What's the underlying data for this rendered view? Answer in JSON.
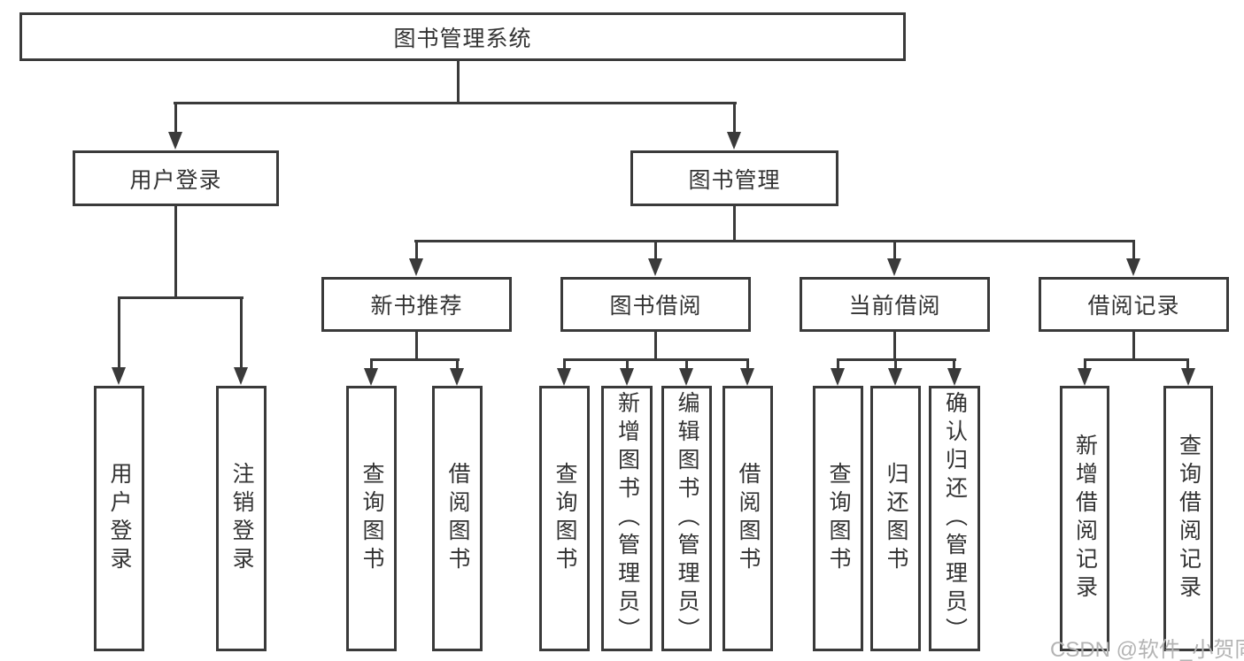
{
  "diagram": {
    "root": "图书管理系统",
    "level2": {
      "user_login": "用户登录",
      "book_management": "图书管理"
    },
    "level3": {
      "new_book_recommend": "新书推荐",
      "book_borrow": "图书借阅",
      "current_borrow": "当前借阅",
      "borrow_records": "借阅记录"
    },
    "leaves": {
      "user_login": "用户登录",
      "logout": "注销登录",
      "nb_query": "查询图书",
      "nb_borrow": "借阅图书",
      "bb_query": "查询图书",
      "bb_add": "新增图书（管理员）",
      "bb_edit": "编辑图书（管理员）",
      "bb_borrow": "借阅图书",
      "cb_query": "查询图书",
      "cb_return": "归还图书",
      "cb_confirm": "确认归还（管理员）",
      "br_add": "新增借阅记录",
      "br_query": "查询借阅记录"
    }
  },
  "watermark": {
    "text": "CSDN @软件_小贺同学"
  },
  "colors": {
    "line": "#3a3a3a",
    "text": "#333333",
    "watermark": "#b4b4b4",
    "bg": "#ffffff"
  }
}
